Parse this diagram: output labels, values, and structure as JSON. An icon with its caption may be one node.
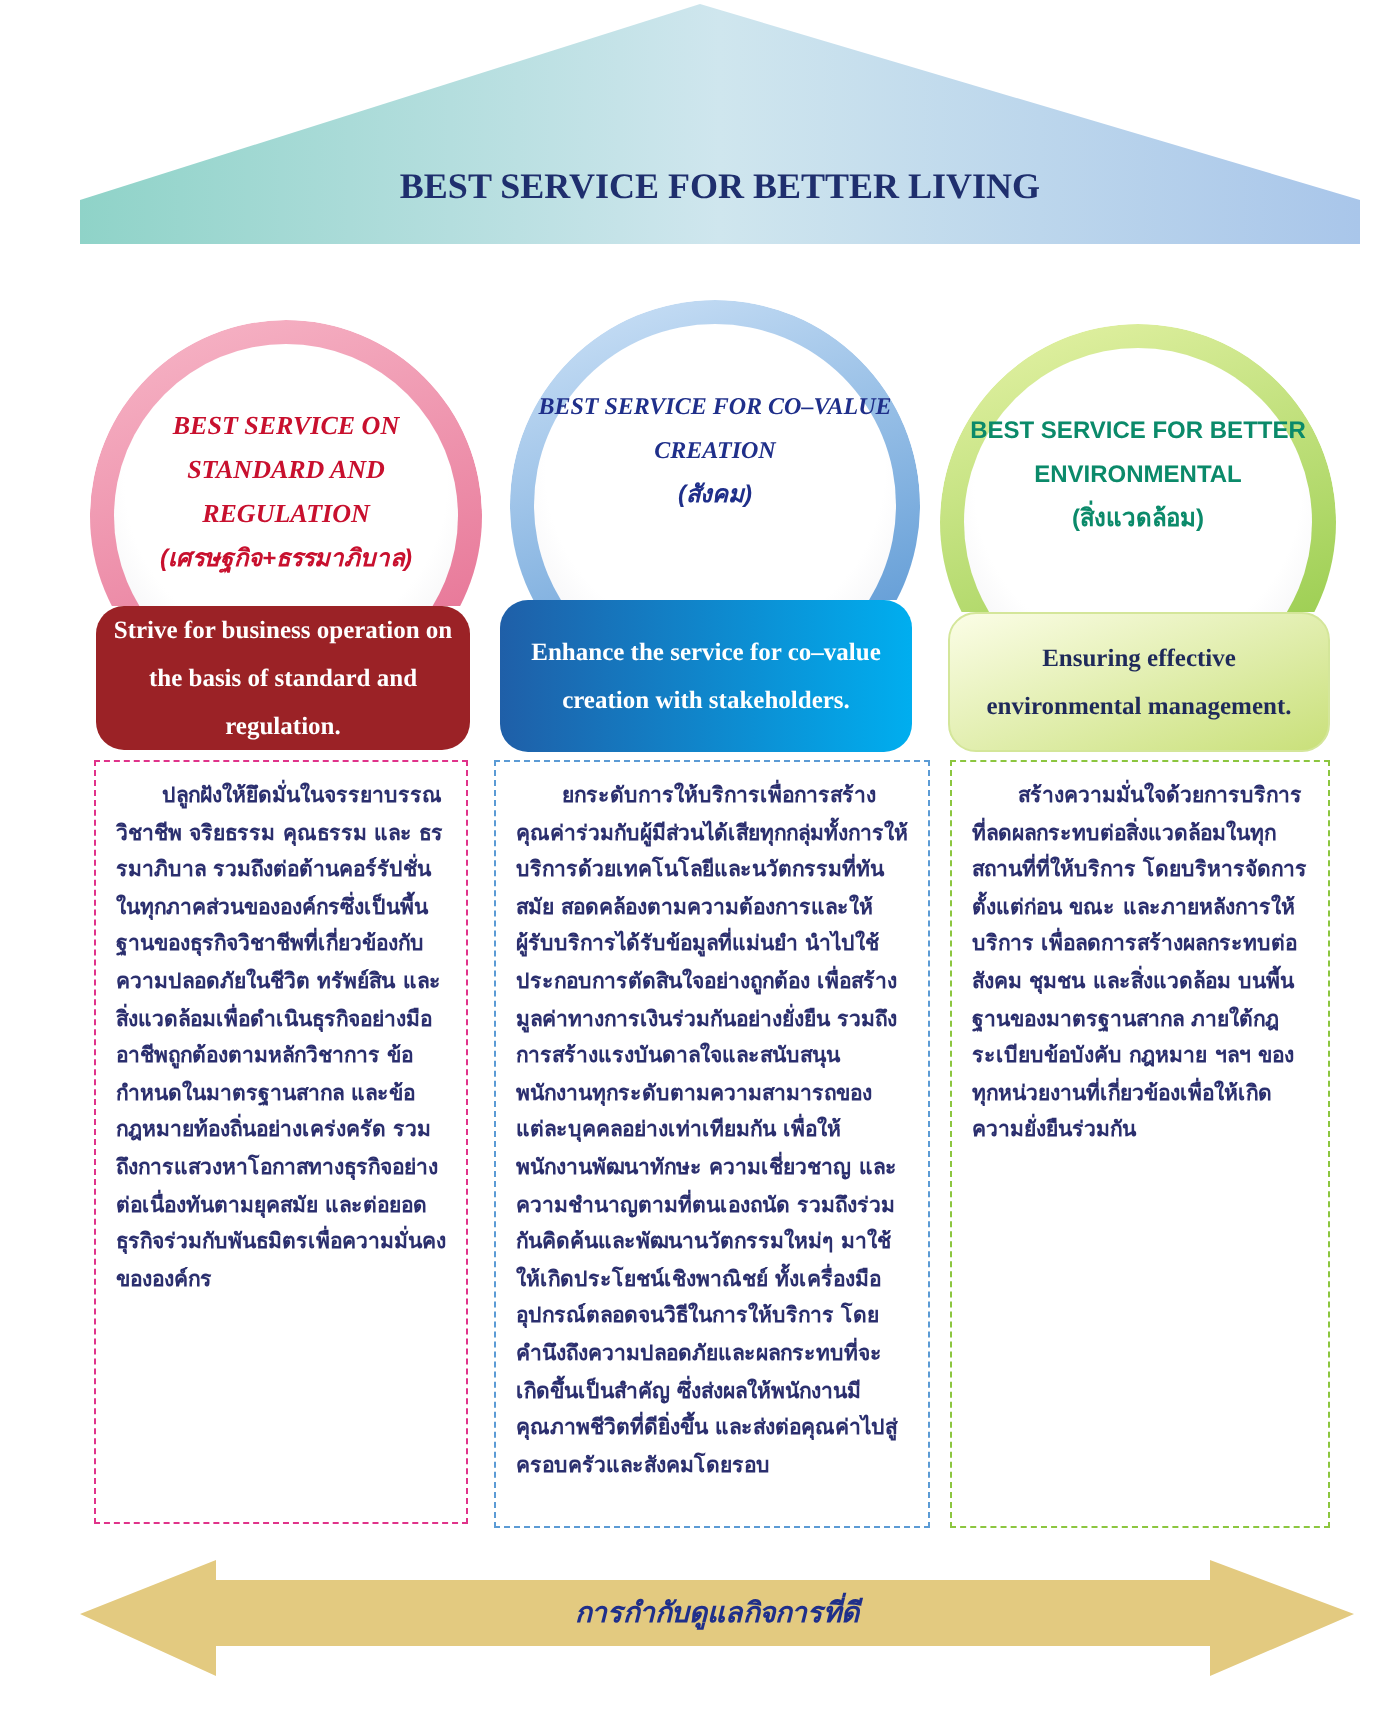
{
  "diagram": {
    "nodes": [
      {
        "text": [
          "BEST SERVICE FOR BETTER LIVING"
        ]
      },
      {
        "text": [
          "BEST SERVICE ON STANDARD AND REGULATION",
          "(เศรษฐกิจ+ธรรมาภิบาล)"
        ]
      },
      {
        "text": [
          "Strive for business operation on the basis of standard and regulation."
        ]
      },
      {
        "text": [
          "ปลูกฝังให้ยึดมั่นในจรรยาบรรณวิชาชีพ จริยธรรม คุณธรรม และ ธรรมาภิบาล รวมถึงต่อต้านคอร์รัปชั่นในทุกภาคส่วนขององค์กรซึ่งเป็นพื้นฐานของธุรกิจวิชาชีพที่เกี่ยวข้องกับความปลอดภัยในชีวิต ทรัพย์สิน และสิ่งแวดล้อมเพื่อดำเนินธุรกิจอย่างมืออาชีพถูกต้องตามหลักวิชาการ ข้อกำหนดในมาตรฐานสากล และข้อกฎหมายท้องถิ่นอย่างเคร่งครัด รวมถึงการแสวงหาโอกาสทางธุรกิจอย่างต่อเนื่องทันตามยุคสมัย และต่อยอดธุรกิจร่วมกับพันธมิตรเพื่อความมั่นคงขององค์กร"
        ]
      },
      {
        "text": [
          "BEST SERVICE FOR CO–VALUE CREATION",
          "(สังคม)"
        ]
      },
      {
        "text": [
          "Enhance the service for co–value creation with stakeholders."
        ]
      },
      {
        "text": [
          "ยกระดับการให้บริการเพื่อการสร้างคุณค่าร่วมกับผู้มีส่วนได้เสียทุกกลุ่มทั้งการให้บริการด้วยเทคโนโลยีและนวัตกรรมที่ทันสมัย สอดคล้องตามความต้องการและให้ผู้รับบริการได้รับข้อมูลที่แม่นยำ นำไปใช้ประกอบการตัดสินใจอย่างถูกต้อง เพื่อสร้างมูลค่าทางการเงินร่วมกันอย่างยั่งยืน รวมถึงการสร้างแรงบันดาลใจและสนับสนุนพนักงานทุกระดับตามความสามารถของแต่ละบุคคลอย่างเท่าเทียมกัน เพื่อให้พนักงานพัฒนาทักษะ ความเชี่ยวชาญ และความชำนาญตามที่ตนเองถนัด รวมถึงร่วมกันคิดค้นและพัฒนานวัตกรรมใหม่ๆ มาใช้ให้เกิดประโยชน์เชิงพาณิชย์ ทั้งเครื่องมือ อุปกรณ์ตลอดจนวิธีในการให้บริการ โดยคำนึงถึงความปลอดภัยและผลกระทบที่จะเกิดขึ้นเป็นสำคัญ ซึ่งส่งผลให้พนักงานมีคุณภาพชีวิตที่ดียิ่งขึ้น และส่งต่อคุณค่าไปสู่ครอบครัวและสังคมโดยรอบ"
        ]
      },
      {
        "text": [
          "BEST SERVICE FOR BETTER ENVIRONMENTAL",
          "(สิ่งแวดล้อม)"
        ]
      },
      {
        "text": [
          "Ensuring effective environmental management."
        ]
      },
      {
        "text": [
          "สร้างความมั่นใจด้วยการบริการที่ลดผลกระทบต่อสิ่งแวดล้อมในทุกสถานที่ที่ให้บริการ โดยบริหารจัดการตั้งแต่ก่อน ขณะ และภายหลังการให้บริการ เพื่อลดการสร้างผลกระทบต่อสังคม ชุมชน และสิ่งแวดล้อม บนพื้นฐานของมาตรฐานสากล ภายใต้กฎระเบียบข้อบังคับ กฎหมาย ฯลฯ ของทุกหน่วยงานที่เกี่ยวข้องเพื่อให้เกิดความยั่งยืนร่วมกัน"
        ]
      },
      {
        "text": [
          "การกำกับดูแลกิจการที่ดี"
        ]
      }
    ]
  }
}
